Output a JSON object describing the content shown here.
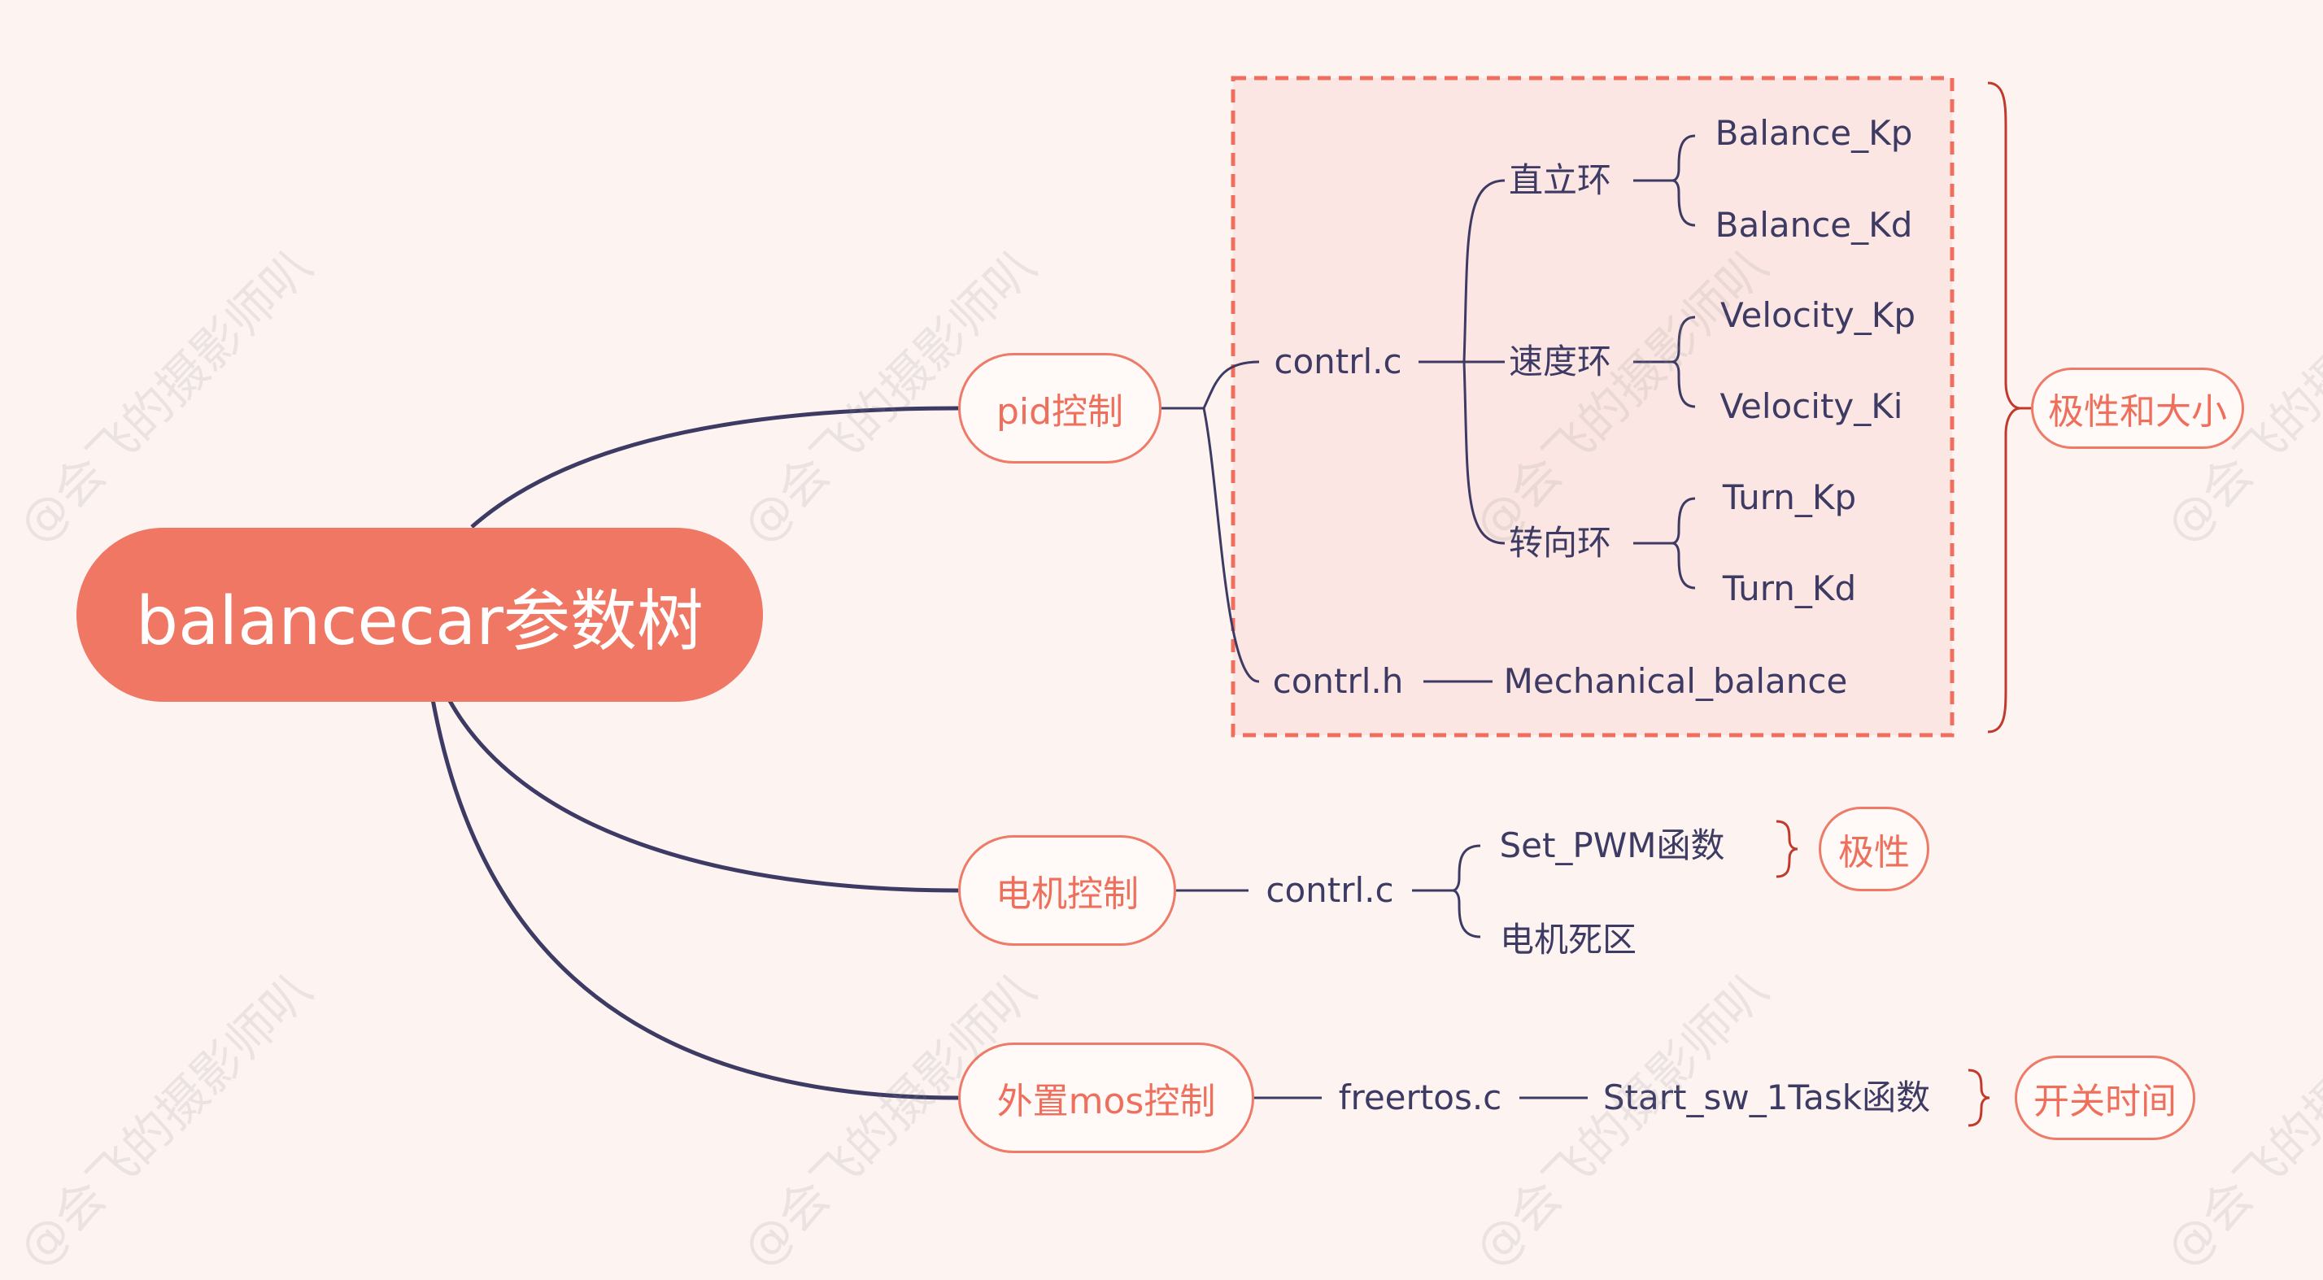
{
  "mindmap": {
    "root": "balancecar参数树",
    "pid_control": {
      "label": "pid控制",
      "contrl_c": "contrl.c",
      "upright_loop": {
        "label": "直立环",
        "params": [
          "Balance_Kp",
          "Balance_Kd"
        ]
      },
      "speed_loop": {
        "label": "速度环",
        "params": [
          "Velocity_Kp",
          "Velocity_Ki"
        ]
      },
      "turn_loop": {
        "label": "转向环",
        "params": [
          "Turn_Kp",
          "Turn_Kd"
        ]
      },
      "contrl_h": "contrl.h",
      "mechanical_balance": "Mechanical_balance",
      "note": "极性和大小"
    },
    "motor_control": {
      "label": "电机控制",
      "contrl_c": "contrl.c",
      "set_pwm": "Set_PWM函数",
      "dead_zone": "电机死区",
      "note": "极性"
    },
    "external_mos": {
      "label": "外置mos控制",
      "freertos_c": "freertos.c",
      "task": "Start_sw_1Task函数",
      "note": "开关时间"
    },
    "watermark": "@会飞的摄影师叭"
  },
  "colors": {
    "background": "#fdf4f2",
    "root_fill": "#f07764",
    "accent": "#ee6f5c",
    "line": "#3d3b63",
    "note_brace": "#c0392b",
    "box_fill": "#fce6e3",
    "box_border": "#ef6e5e"
  }
}
